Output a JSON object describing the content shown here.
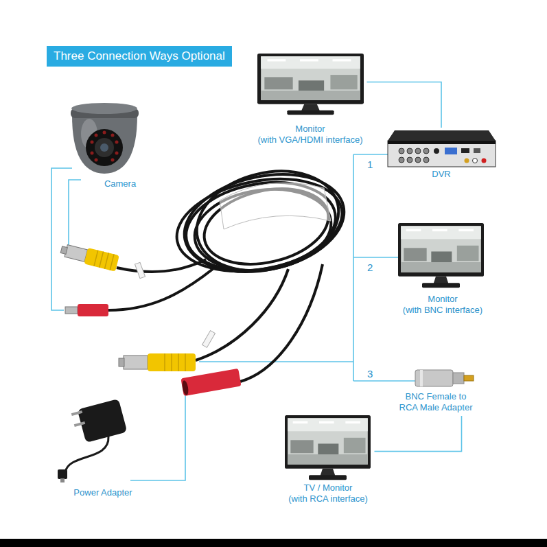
{
  "diagram": {
    "title": "Three Connection Ways Optional",
    "nodes": [
      {
        "text": [
          "Monitor",
          "(with VGA/HDMI interface)"
        ]
      },
      {
        "text": [
          "Camera"
        ]
      },
      {
        "text": [
          "DVR"
        ]
      },
      {
        "text": [
          "Monitor",
          "(with BNC interface)"
        ]
      },
      {
        "text": [
          "BNC Female to RCA Male Adapter"
        ]
      },
      {
        "text": [
          "Power Adapter"
        ]
      },
      {
        "text": [
          "TV / Monitor",
          "(with RCA interface)"
        ]
      }
    ],
    "edges": [
      {
        "from": 2,
        "to": 0,
        "arrow": "none"
      },
      {
        "from": 4,
        "to": 6,
        "arrow": "none"
      }
    ],
    "labels": [
      "1",
      "2",
      "3"
    ]
  }
}
